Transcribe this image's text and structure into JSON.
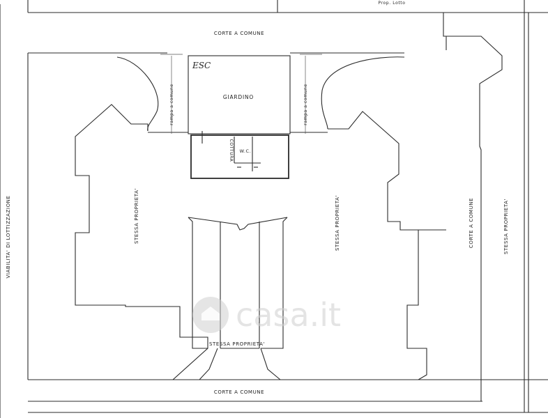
{
  "labels": {
    "corte_top": "CORTE A COMUNE",
    "corte_bottom": "CORTE A COMUNE",
    "corte_right": "CORTE A COMUNE",
    "viabilita": "VIABILITA' DI LOTTIZZAZIONE",
    "giardino": "GIARDINO",
    "esc": "ESC",
    "cottura": "COTTURA",
    "wc": "W.C.",
    "rampa_left": "rampa a comune",
    "rampa_right": "rampa a comune",
    "stessa_left": "STESSA PROPRIETA'",
    "stessa_center": "STESSA PROPRIETA'",
    "stessa_far_right": "STESSA PROPRIETA'",
    "stessa_bottom": "STESSA PROPRIETA'",
    "top_partial": "Prop. Lotto"
  },
  "watermark": {
    "text": "casa.it",
    "color": "#cfcfcf"
  },
  "colors": {
    "line": "#2a2a2a",
    "background": "#ffffff"
  }
}
